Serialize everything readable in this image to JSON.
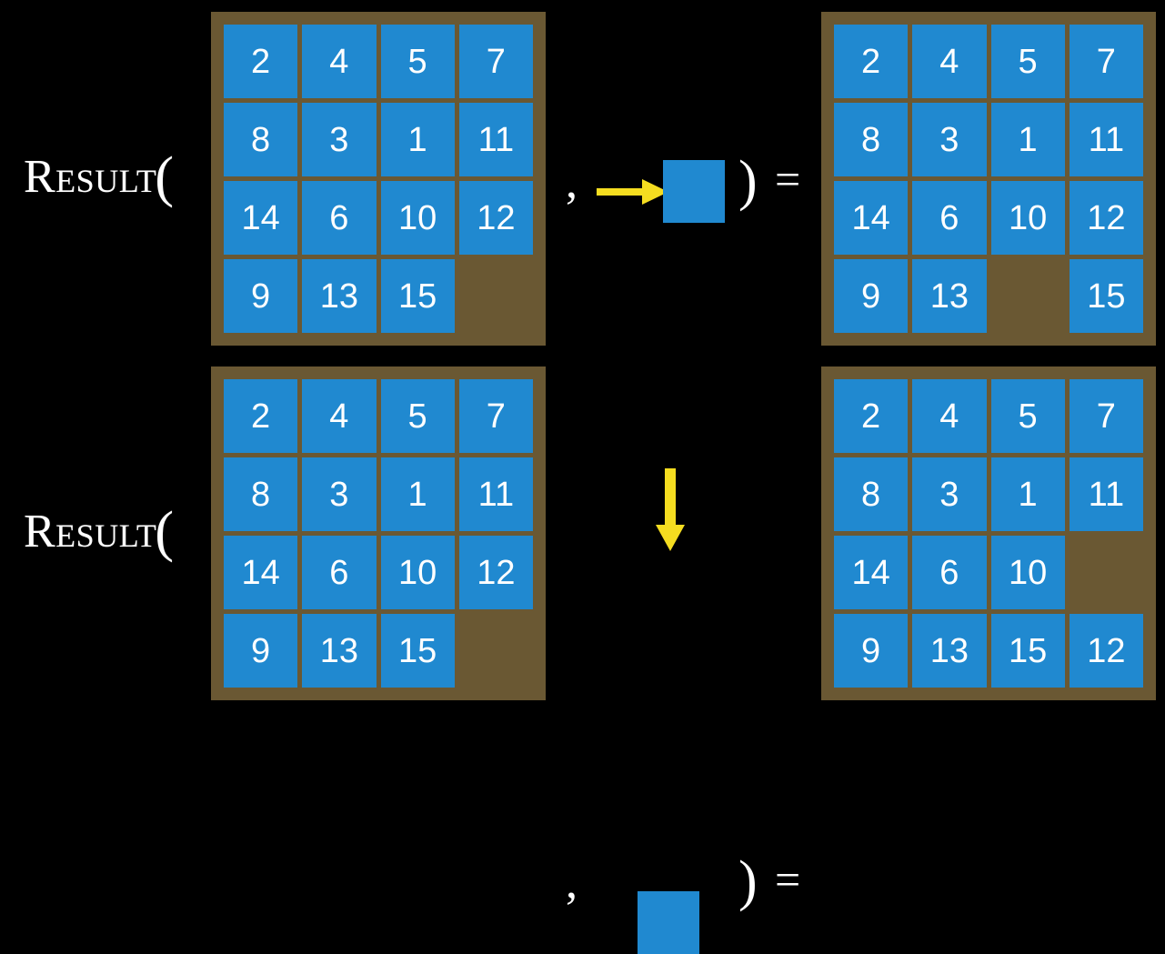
{
  "background_color": "#000000",
  "palette": {
    "tile": "#2089D0",
    "board": "#6A5833",
    "arrow": "#F5DD20",
    "text": "#FFFFFF"
  },
  "equations": [
    {
      "id": "equation-right-move",
      "label": "Result",
      "paren_open": "(",
      "comma": ",",
      "paren_close": ")",
      "equals": "=",
      "move_direction": "right",
      "input_board": {
        "rows": 4,
        "cols": 4,
        "cells": [
          [
            "2",
            "4",
            "5",
            "7"
          ],
          [
            "8",
            "3",
            "1",
            "11"
          ],
          [
            "14",
            "6",
            "10",
            "12"
          ],
          [
            "9",
            "13",
            "15",
            ""
          ]
        ]
      },
      "output_board": {
        "rows": 4,
        "cols": 4,
        "cells": [
          [
            "2",
            "4",
            "5",
            "7"
          ],
          [
            "8",
            "3",
            "1",
            "11"
          ],
          [
            "14",
            "6",
            "10",
            "12"
          ],
          [
            "9",
            "13",
            "",
            "15"
          ]
        ]
      }
    },
    {
      "id": "equation-down-move",
      "label": "Result",
      "paren_open": "(",
      "comma": ",",
      "paren_close": ")",
      "equals": "=",
      "move_direction": "down",
      "input_board": {
        "rows": 4,
        "cols": 4,
        "cells": [
          [
            "2",
            "4",
            "5",
            "7"
          ],
          [
            "8",
            "3",
            "1",
            "11"
          ],
          [
            "14",
            "6",
            "10",
            "12"
          ],
          [
            "9",
            "13",
            "15",
            ""
          ]
        ]
      },
      "output_board": {
        "rows": 4,
        "cols": 4,
        "cells": [
          [
            "2",
            "4",
            "5",
            "7"
          ],
          [
            "8",
            "3",
            "1",
            "11"
          ],
          [
            "14",
            "6",
            "10",
            ""
          ],
          [
            "9",
            "13",
            "15",
            "12"
          ]
        ]
      }
    }
  ]
}
